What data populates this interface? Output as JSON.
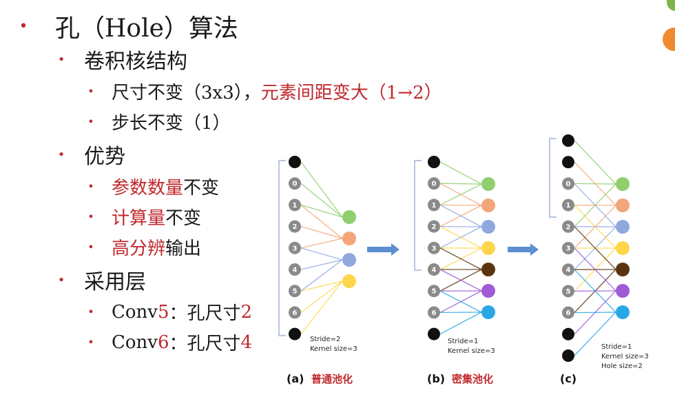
{
  "slide": {
    "title": {
      "bullet": "•",
      "text": "孔（Hole）算法"
    },
    "sections": [
      {
        "id": "kernel",
        "label": "卷积核结构",
        "items": [
          {
            "a": "尺寸不变（3x3），",
            "b": "元素间距变大（1→2）"
          },
          {
            "a": "步长不变（1）"
          }
        ]
      },
      {
        "id": "advantage",
        "label": "优势",
        "items": [
          {
            "r": "参数数量",
            "a": "不变"
          },
          {
            "r": "计算量",
            "a": "不变"
          },
          {
            "r": "高分辨",
            "a": "输出"
          }
        ]
      },
      {
        "id": "layers",
        "label": "采用层",
        "items": [
          {
            "a": "Conv",
            "r": "5",
            "b": "：孔尺寸",
            "r2": "2"
          },
          {
            "a": "Conv",
            "r": "6",
            "b": "：孔尺寸",
            "r2": "4"
          }
        ]
      }
    ]
  },
  "figure": {
    "panels": [
      {
        "id": "a",
        "caption_letter": "(a)",
        "caption_text": "普通池化",
        "notes": [
          "Stride=2",
          "Kernel size=3"
        ]
      },
      {
        "id": "b",
        "caption_letter": "(b)",
        "caption_text": "密集池化",
        "notes": [
          "Stride=1",
          "Kernel size=3"
        ]
      },
      {
        "id": "c",
        "caption_letter": "(c)",
        "caption_text": "",
        "notes": [
          "Stride=1",
          "Kernel size=3",
          "Hole size=2"
        ]
      }
    ],
    "node_labels": [
      "0",
      "1",
      "2",
      "3",
      "4",
      "5",
      "6"
    ],
    "output_colors": [
      "#8fcf6e",
      "#f3a679",
      "#8fa8de",
      "#ffd54a",
      "#5a3410",
      "#a05ad6",
      "#2aa8e6"
    ],
    "input_color": "#8a8a8a",
    "pad_color": "#111111",
    "arrow_color": "#5b8fcf"
  }
}
